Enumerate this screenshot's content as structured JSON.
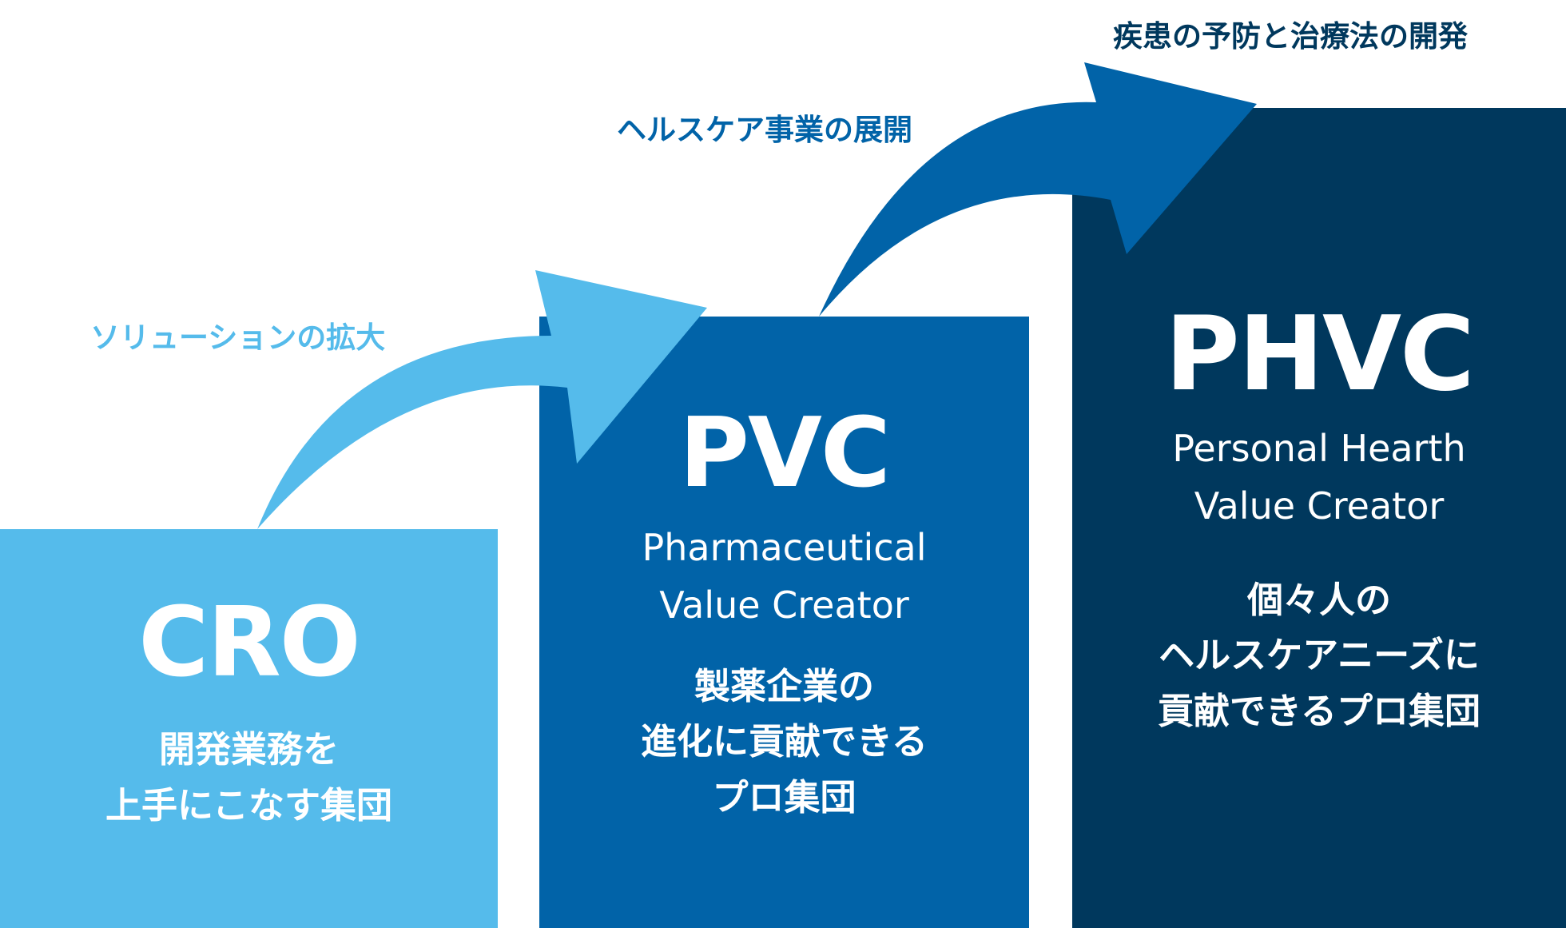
{
  "colors": {
    "cro": "#55bbeb",
    "pvc": "#0163a8",
    "phvc": "#00385d",
    "arrow_light": "#55bbeb",
    "arrow_mid": "#0163a8",
    "label_light": "#55bbeb",
    "label_mid": "#0163a8",
    "label_dark": "#00385d",
    "text_on_box": "#ffffff"
  },
  "stages": [
    {
      "acronym": "CRO",
      "desc_line1": "開発業務を",
      "desc_line2": "上手にこなす集団"
    },
    {
      "acronym": "PVC",
      "full_line1": "Pharmaceutical",
      "full_line2": "Value Creator",
      "desc_line1": "製薬企業の",
      "desc_line2": "進化に貢献できる",
      "desc_line3": "プロ集団"
    },
    {
      "acronym": "PHVC",
      "full_line1": "Personal Hearth",
      "full_line2": "Value Creator",
      "desc_line1": "個々人の",
      "desc_line2": "ヘルスケアニーズに",
      "desc_line3": "貢献できるプロ集団"
    }
  ],
  "arrows": [
    {
      "label": "ソリューションの拡大"
    },
    {
      "label": "ヘルスケア事業の展開"
    },
    {
      "label": "疾患の予防と治療法の開発"
    }
  ]
}
